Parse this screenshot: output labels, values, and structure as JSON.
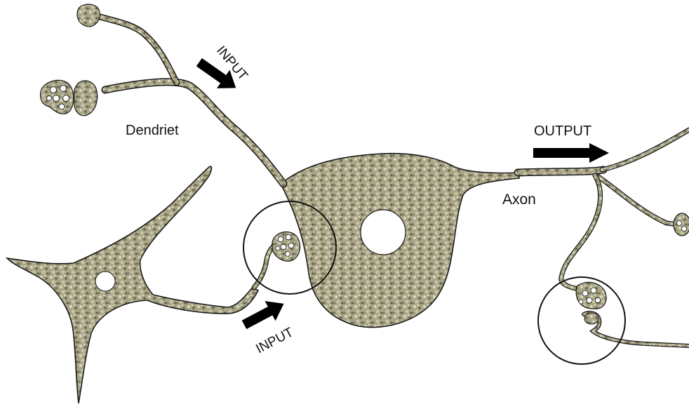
{
  "labels": {
    "input_top": "INPUT",
    "input_bottom": "INPUT",
    "output": "OUTPUT",
    "dendrite": "Dendriet",
    "axon": "Axon"
  },
  "colors": {
    "cell_fill": "#a7a383",
    "cell_dark": "#6e6b52",
    "outline": "#1a1a1a",
    "arrow": "#000000",
    "background": "#ffffff"
  }
}
